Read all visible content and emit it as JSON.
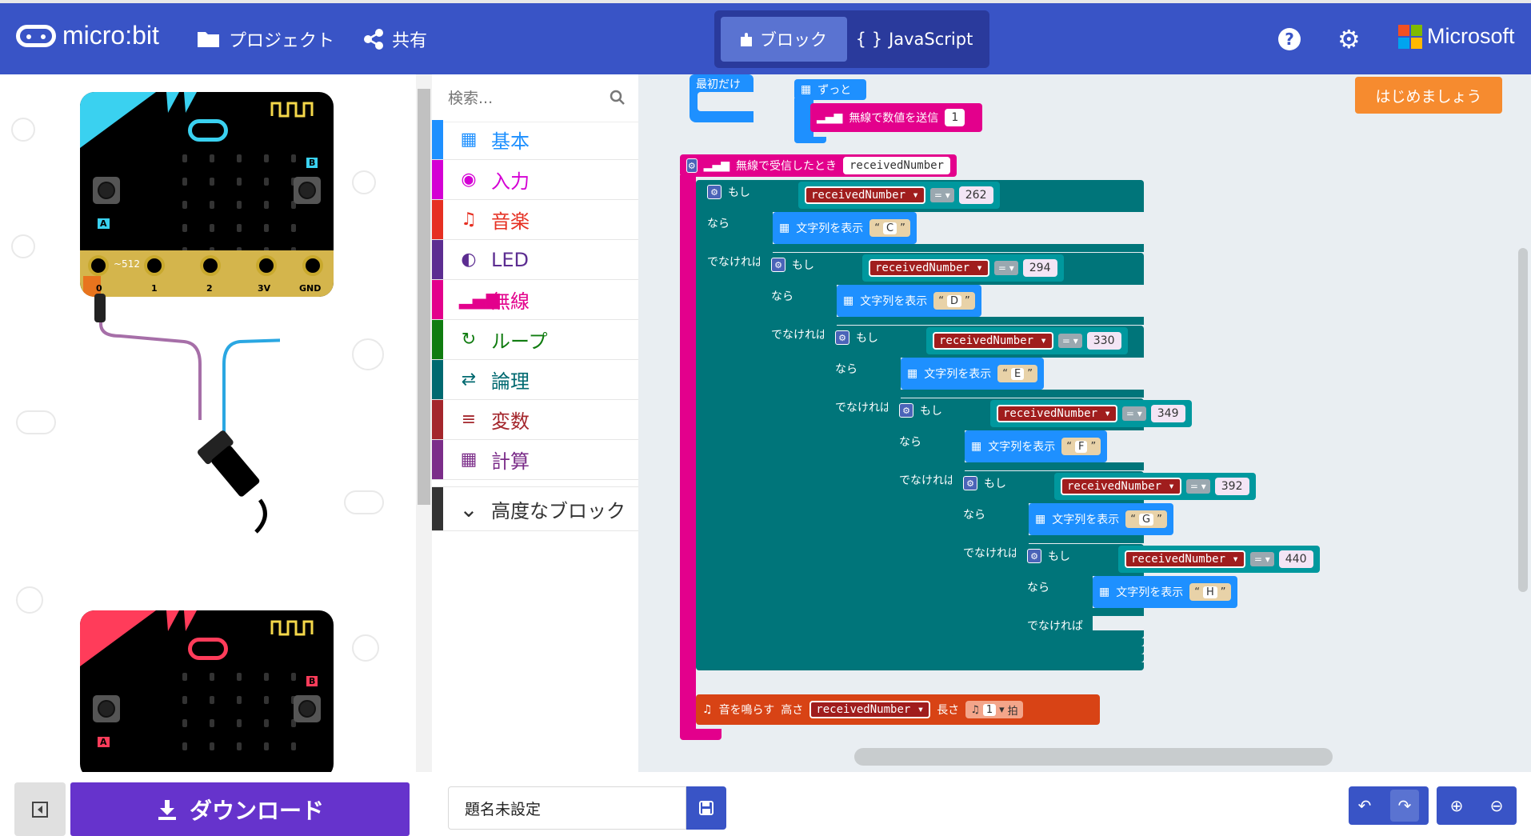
{
  "header": {
    "logo_text": "micro:bit",
    "projects_label": "プロジェクト",
    "share_label": "共有",
    "blocks_tab": "ブロック",
    "javascript_tab": "JavaScript",
    "javascript_prefix": "{ }",
    "help_glyph": "?",
    "settings_glyph": "⚙",
    "brand": "Microsoft",
    "colors": {
      "bar": "#3954c6",
      "toggle_bg": "#2a3a9c",
      "toggle_active": "#5a73d1"
    }
  },
  "simulator": {
    "pin_labels": [
      "0",
      "1",
      "2",
      "3V",
      "GND"
    ],
    "pin_readout": "~512",
    "button_a": "A",
    "button_b": "B",
    "board_colors": [
      "#3ad1f0",
      "#ff3c5a"
    ]
  },
  "toolbox": {
    "search_placeholder": "検索...",
    "categories": [
      {
        "label": "基本",
        "color": "#1e90ff",
        "icon": "grid-icon",
        "glyph": "▦"
      },
      {
        "label": "入力",
        "color": "#d400d4",
        "icon": "target-icon",
        "glyph": "◉"
      },
      {
        "label": "音楽",
        "color": "#e63022",
        "icon": "headphones-icon",
        "glyph": "♫"
      },
      {
        "label": "LED",
        "color": "#5c2d91",
        "icon": "toggle-icon",
        "glyph": "◐"
      },
      {
        "label": "無線",
        "color": "#e3008c",
        "icon": "signal-icon",
        "glyph": "▂▄▆"
      },
      {
        "label": "ループ",
        "color": "#107c10",
        "icon": "refresh-icon",
        "glyph": "↻"
      },
      {
        "label": "論理",
        "color": "#006970",
        "icon": "shuffle-icon",
        "glyph": "⇄"
      },
      {
        "label": "変数",
        "color": "#a4262c",
        "icon": "list-icon",
        "glyph": "≡"
      },
      {
        "label": "計算",
        "color": "#7b2d89",
        "icon": "calculator-icon",
        "glyph": "▦"
      }
    ],
    "advanced_label": "高度なブロック",
    "advanced_glyph": "⌄"
  },
  "workspace": {
    "on_start": "最初だけ",
    "forever": "ずっと",
    "radio_send_number": "無線で数値を送信",
    "radio_send_value": "1",
    "on_radio_received": "無線で受信したとき",
    "received_var": "receivedNumber",
    "if_label": "もし",
    "then_label": "なら",
    "else_label": "でなければ",
    "show_string": "文字列を表示",
    "eq_op": "=",
    "open_quote": "“",
    "close_quote": "”",
    "dropdown_glyph": "▾",
    "branches": [
      {
        "value": "262",
        "note": "C"
      },
      {
        "value": "294",
        "note": "D"
      },
      {
        "value": "330",
        "note": "E"
      },
      {
        "value": "349",
        "note": "F"
      },
      {
        "value": "392",
        "note": "G"
      },
      {
        "value": "440",
        "note": "H"
      }
    ],
    "play_tone": "音を鳴らす",
    "pitch_label": "高さ",
    "length_label": "長さ",
    "beat_value": "1",
    "beat_unit": "拍",
    "start_button": "はじめましょう"
  },
  "footer": {
    "download_label": "ダウンロード",
    "project_name": "題名未設定",
    "undo_glyph": "↶",
    "redo_glyph": "↷",
    "zoom_in_glyph": "⊕",
    "zoom_out_glyph": "⊖"
  }
}
